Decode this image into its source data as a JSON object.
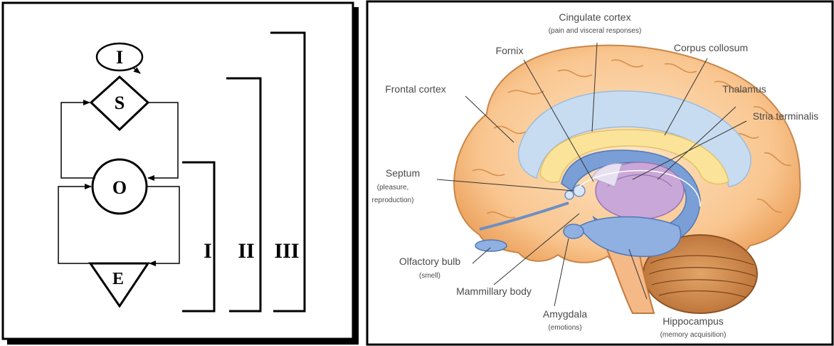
{
  "flow_diagram": {
    "nodes": {
      "initial": "I",
      "start": "S",
      "operation": "O",
      "end": "E"
    },
    "brackets": [
      "I",
      "II",
      "III"
    ]
  },
  "brain_figure": {
    "labels": {
      "cingulate_cortex": "Cingulate cortex",
      "cingulate_cortex_note": "(pain and visceral responses)",
      "fornix": "Fornix",
      "corpus_collosum": "Corpus collosum",
      "frontal_cortex": "Frontal cortex",
      "thalamus": "Thalamus",
      "stria_terminalis": "Stria terminalis",
      "septum": "Septum",
      "septum_note_1": "(pleasure,",
      "septum_note_2": "reproduction)",
      "olfactory_bulb": "Olfactory bulb",
      "olfactory_bulb_note": "(smell)",
      "mammillary_body": "Mammillary body",
      "amygdala": "Amygdala",
      "amygdala_note": "(emotions)",
      "hippocampus": "Hippocampus",
      "hippocampus_note": "(memory acquisition)"
    }
  }
}
